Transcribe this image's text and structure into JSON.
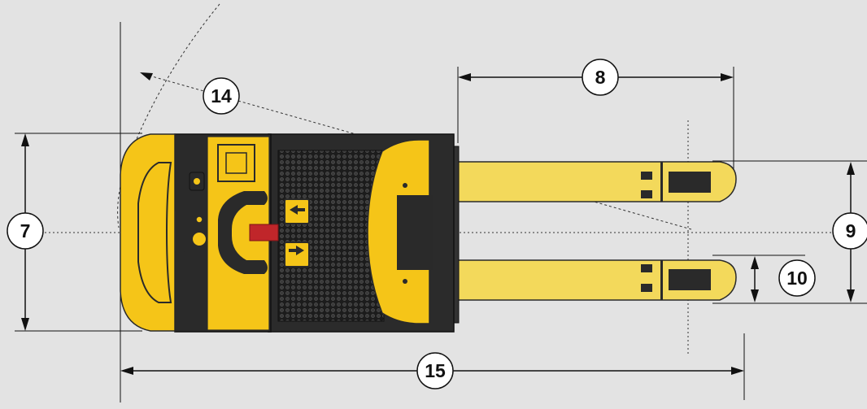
{
  "diagram": {
    "colors": {
      "background": "#e3e3e3",
      "truck_yellow": "#f5c518",
      "fork_yellow": "#f3d95b",
      "dark": "#2a2a2a",
      "red_handle": "#c0262a"
    },
    "dimension_labels": {
      "turning_radius": "14",
      "overall_width": "7",
      "fork_length": "8",
      "fork_spread": "9",
      "fork_width": "10",
      "overall_length": "15"
    }
  }
}
